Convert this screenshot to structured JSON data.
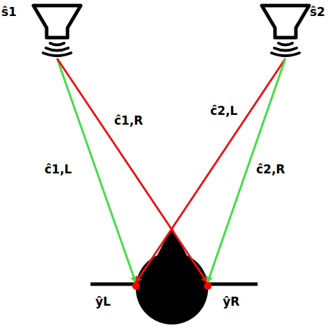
{
  "diagram": {
    "nodes": [
      {
        "text": [
          "ŝ1"
        ]
      },
      {
        "text": [
          "ŝ2"
        ]
      },
      {
        "text": [
          "ŷL"
        ]
      },
      {
        "text": [
          "ŷR"
        ]
      }
    ],
    "edges": [
      {
        "from": 0,
        "to": 2,
        "label": "ĉ1,L",
        "arrow": "to"
      },
      {
        "from": 0,
        "to": 3,
        "label": "ĉ1,R",
        "arrow": "to"
      },
      {
        "from": 1,
        "to": 2,
        "label": "ĉ2,L",
        "arrow": "to"
      },
      {
        "from": 1,
        "to": 3,
        "label": "ĉ2,R",
        "arrow": "to"
      }
    ]
  }
}
